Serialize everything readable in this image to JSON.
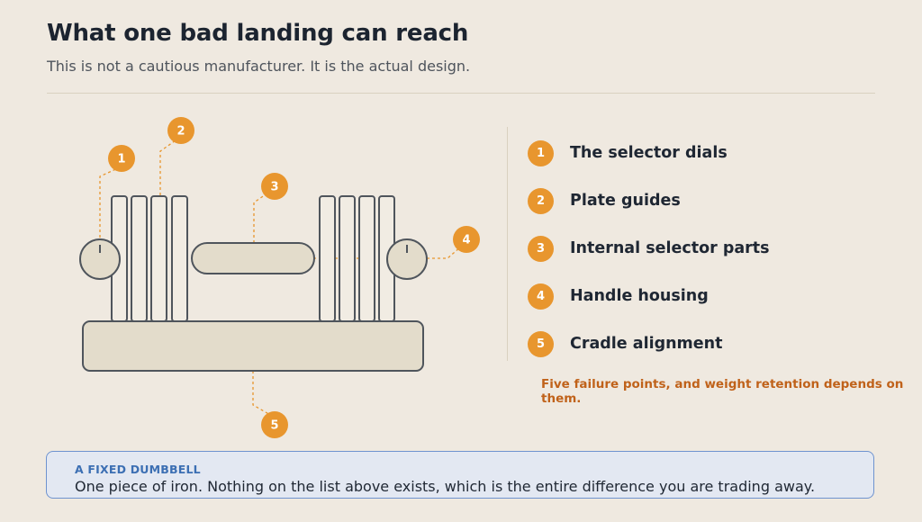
{
  "header": {
    "title": "What one bad landing can reach",
    "subtitle": "This is not a cautious manufacturer. It is the actual design."
  },
  "failure_points": [
    {
      "number": "1",
      "label": "The selector dials"
    },
    {
      "number": "2",
      "label": "Plate guides"
    },
    {
      "number": "3",
      "label": "Internal selector parts"
    },
    {
      "number": "4",
      "label": "Handle housing"
    },
    {
      "number": "5",
      "label": "Cradle alignment"
    }
  ],
  "note": "Five failure points, and weight retention depends on them.",
  "callout": {
    "title": "A FIXED DUMBBELL",
    "text": "One piece of iron. Nothing on the list above exists, which is the entire difference you are trading away."
  },
  "colors": {
    "background": "#efe9e0",
    "accent": "#e8962e",
    "outline": "#4f555c",
    "fill": "#e3dccb",
    "note": "#c0621a",
    "callout_border": "#6e93cf"
  }
}
